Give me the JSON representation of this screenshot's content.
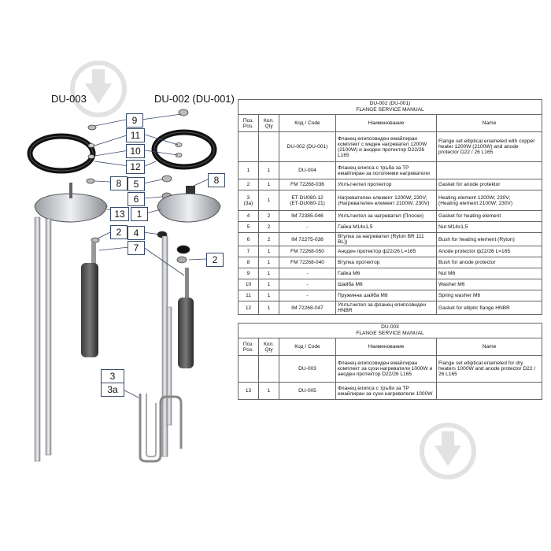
{
  "diagram": {
    "left_title": "DU-003",
    "right_title": "DU-002 (DU-001)",
    "callouts": {
      "c9": "9",
      "c11": "11",
      "c10": "10",
      "c12": "12",
      "c8a": "8",
      "c8b": "8",
      "c5": "5",
      "c6": "6",
      "c13": "13",
      "c1": "1",
      "c2a": "2",
      "c4": "4",
      "c7": "7",
      "c2b": "2",
      "c3": "3",
      "c3a": "3a"
    }
  },
  "table1": {
    "title_line1": "DU-002 (DU-001)",
    "title_line2": "FLANGE SERVICE MANUAL",
    "headers": {
      "pos": "Поз.\nPos.",
      "qty": "Кол.\nQty",
      "code": "Код / Code",
      "name_bg": "Наименование",
      "name_en": "Name"
    },
    "rows": [
      {
        "pos": "",
        "qty": "",
        "code": "DU-002 (DU-001)",
        "bg": "Фланец елипсовиден емайлиран комплект с меден нагревател 1200W (2100W) и аноден протектор D22/26 L165",
        "en": "Flange set elliptical enameled with copper heater 1200W (2100W) and anode protector D22 / 26 L165"
      },
      {
        "pos": "1",
        "qty": "1",
        "code": "DU-004",
        "bg": "Фланец елипса с тръба за ТР емайлиран за потопяеми нагреватели",
        "en": ""
      },
      {
        "pos": "2",
        "qty": "1",
        "code": "FM 72268-036",
        "bg": "Уплътнител протектор",
        "en": "Gasket for anode protektor"
      },
      {
        "pos": "3\n(3a)",
        "qty": "1",
        "code": "ET-DU080-12\n(ET-DU080-21)",
        "bg": "Нагревателен елемент 1200W; 230V;\n(Нагревателен елемент 2100W; 230V)",
        "en": "Heating element 1200W; 230V;\n(Heating element 2100W; 230V)"
      },
      {
        "pos": "4",
        "qty": "2",
        "code": "IM 72385-046",
        "bg": "Уплътнител за нагревател (Плоски)",
        "en": "Gasket for heating element"
      },
      {
        "pos": "5",
        "qty": "2",
        "code": "-",
        "bg": "Гайка M14x1,5",
        "en": "Nut M14x1,5"
      },
      {
        "pos": "6",
        "qty": "2",
        "code": "IM 72275-038",
        "bg": "Втулка за нагревател (Ryton BR 111 BL))",
        "en": "Bush for heating element (Ryton)"
      },
      {
        "pos": "7",
        "qty": "1",
        "code": "FM 72268-050",
        "bg": "Аноден протектор ф22/26 L=165",
        "en": "Anode protector ф22/26 L=165"
      },
      {
        "pos": "8",
        "qty": "1",
        "code": "FM 72268-040",
        "bg": "Втулка протектор",
        "en": "Bush for anode protector"
      },
      {
        "pos": "9",
        "qty": "1",
        "code": "-",
        "bg": "Гайка M6",
        "en": "Nut M6"
      },
      {
        "pos": "10",
        "qty": "1",
        "code": "-",
        "bg": "Шайба M6",
        "en": "Washer M6"
      },
      {
        "pos": "11",
        "qty": "1",
        "code": "-",
        "bg": "Пружинна шайба M8",
        "en": "Spring washer M6"
      },
      {
        "pos": "12",
        "qty": "1",
        "code": "IM 72268-047",
        "bg": "Уплътнител за фланец елипсовиден HNBR",
        "en": "Gasket for elliptic flange HNBR"
      }
    ]
  },
  "table2": {
    "title_line1": "DU-003",
    "title_line2": "FLANGE SERVICE MANUAL",
    "headers": {
      "pos": "Поз.\nPos.",
      "qty": "Кол.\nQty",
      "code": "Код / Code",
      "name_bg": "Наименование",
      "name_en": "Name"
    },
    "rows": [
      {
        "pos": "",
        "qty": "",
        "code": "DU-003",
        "bg": "Фланец елипсовиден емайлиран комплект за сухи нагреватели 1000W и аноден протектор D22/26 L165",
        "en": "Flange set elliptical enameled for dry heaters 1000W and anode protector D22 / 26 L165"
      },
      {
        "pos": "13",
        "qty": "1",
        "code": "DU-005",
        "bg": "Фланец елипса с тръби за ТР емайлиран за сухи нагреватели 1000W",
        "en": ""
      }
    ]
  }
}
